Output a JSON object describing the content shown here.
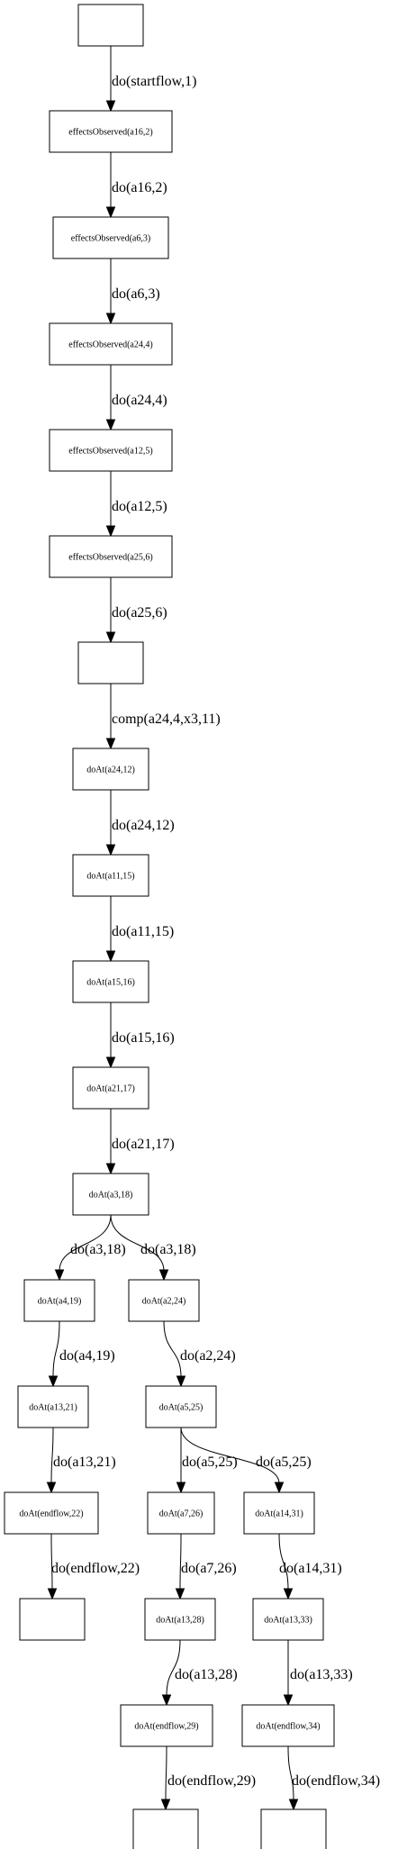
{
  "nodes": [
    {
      "id": "n0",
      "label": ""
    },
    {
      "id": "n1",
      "label": "effectsObserved(a16,2)"
    },
    {
      "id": "n2",
      "label": "effectsObserved(a6,3)"
    },
    {
      "id": "n3",
      "label": "effectsObserved(a24,4)"
    },
    {
      "id": "n4",
      "label": "effectsObserved(a12,5)"
    },
    {
      "id": "n5",
      "label": "effectsObserved(a25,6)"
    },
    {
      "id": "n6",
      "label": ""
    },
    {
      "id": "n7",
      "label": "doAt(a24,12)"
    },
    {
      "id": "n8",
      "label": "doAt(a11,15)"
    },
    {
      "id": "n9",
      "label": "doAt(a15,16)"
    },
    {
      "id": "n10",
      "label": "doAt(a21,17)"
    },
    {
      "id": "n11",
      "label": "doAt(a3,18)"
    },
    {
      "id": "n12",
      "label": "doAt(a4,19)"
    },
    {
      "id": "n13",
      "label": "doAt(a2,24)"
    },
    {
      "id": "n14",
      "label": "doAt(a13,21)"
    },
    {
      "id": "n15",
      "label": "doAt(a5,25)"
    },
    {
      "id": "n16",
      "label": "doAt(endflow,22)"
    },
    {
      "id": "n17",
      "label": "doAt(a7,26)"
    },
    {
      "id": "n18",
      "label": "doAt(a14,31)"
    },
    {
      "id": "n19",
      "label": ""
    },
    {
      "id": "n20",
      "label": "doAt(a13,28)"
    },
    {
      "id": "n21",
      "label": "doAt(a13,33)"
    },
    {
      "id": "n22",
      "label": "doAt(endflow,29)"
    },
    {
      "id": "n23",
      "label": "doAt(endflow,34)"
    },
    {
      "id": "n24",
      "label": ""
    },
    {
      "id": "n25",
      "label": ""
    }
  ],
  "edges": [
    {
      "from": "n0",
      "to": "n1",
      "label": "do(startflow,1)"
    },
    {
      "from": "n1",
      "to": "n2",
      "label": "do(a16,2)"
    },
    {
      "from": "n2",
      "to": "n3",
      "label": "do(a6,3)"
    },
    {
      "from": "n3",
      "to": "n4",
      "label": "do(a24,4)"
    },
    {
      "from": "n4",
      "to": "n5",
      "label": "do(a12,5)"
    },
    {
      "from": "n5",
      "to": "n6",
      "label": "do(a25,6)"
    },
    {
      "from": "n6",
      "to": "n7",
      "label": "comp(a24,4,x3,11)"
    },
    {
      "from": "n7",
      "to": "n8",
      "label": "do(a24,12)"
    },
    {
      "from": "n8",
      "to": "n9",
      "label": "do(a11,15)"
    },
    {
      "from": "n9",
      "to": "n10",
      "label": "do(a15,16)"
    },
    {
      "from": "n10",
      "to": "n11",
      "label": "do(a21,17)"
    },
    {
      "from": "n11",
      "to": "n12",
      "label": "do(a3,18)"
    },
    {
      "from": "n11",
      "to": "n13",
      "label": "do(a3,18)"
    },
    {
      "from": "n12",
      "to": "n14",
      "label": "do(a4,19)"
    },
    {
      "from": "n13",
      "to": "n15",
      "label": "do(a2,24)"
    },
    {
      "from": "n14",
      "to": "n16",
      "label": "do(a13,21)"
    },
    {
      "from": "n15",
      "to": "n17",
      "label": "do(a5,25)"
    },
    {
      "from": "n15",
      "to": "n18",
      "label": "do(a5,25)"
    },
    {
      "from": "n16",
      "to": "n19",
      "label": "do(endflow,22)"
    },
    {
      "from": "n17",
      "to": "n20",
      "label": "do(a7,26)"
    },
    {
      "from": "n18",
      "to": "n21",
      "label": "do(a14,31)"
    },
    {
      "from": "n20",
      "to": "n22",
      "label": "do(a13,28)"
    },
    {
      "from": "n21",
      "to": "n23",
      "label": "do(a13,33)"
    },
    {
      "from": "n22",
      "to": "n24",
      "label": "do(endflow,29)"
    },
    {
      "from": "n23",
      "to": "n25",
      "label": "do(endflow,34)"
    }
  ]
}
